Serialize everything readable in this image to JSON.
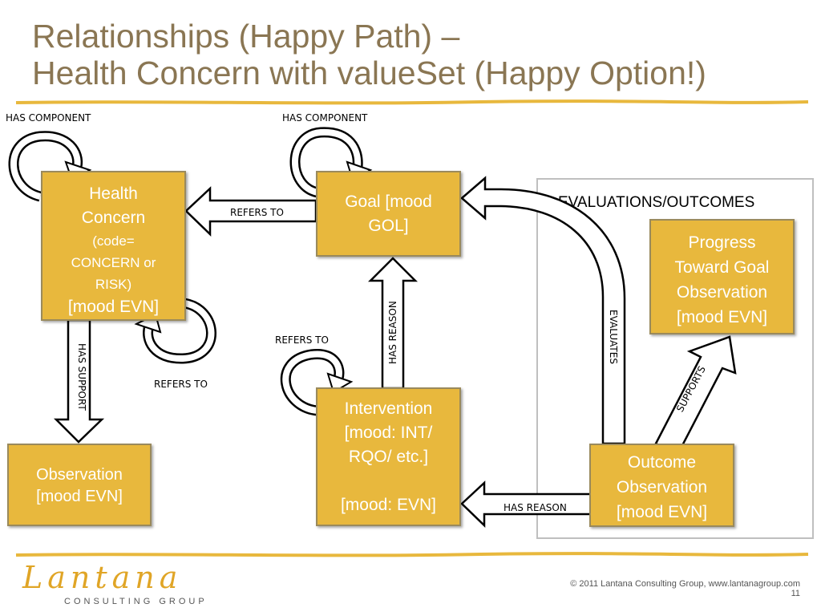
{
  "title": {
    "line1": "Relationships (Happy Path) –",
    "line2": "Health Concern with valueSet (Happy Option!)"
  },
  "colors": {
    "box_fill": "#e8b83d",
    "title": "#8a7653",
    "rule": "#e8b83d",
    "logo": "#e0a526"
  },
  "boxes": {
    "health_concern": {
      "l1": "Health",
      "l2": "Concern",
      "l3": "(code=",
      "l4": "CONCERN or",
      "l5": "RISK)",
      "l6": "[mood EVN]"
    },
    "goal": {
      "l1": "Goal [mood",
      "l2": "GOL]"
    },
    "intervention": {
      "l1": "Intervention",
      "l2": "[mood: INT/",
      "l3": "RQO/ etc.]",
      "l4": "[mood: EVN]"
    },
    "observation": {
      "l1": "Observation",
      "l2": "[mood EVN]"
    },
    "progress": {
      "l1": "Progress",
      "l2": "Toward Goal",
      "l3": "Observation",
      "l4": "[mood EVN]"
    },
    "outcome": {
      "l1": "Outcome",
      "l2": "Observation",
      "l3": "[mood EVN]"
    }
  },
  "labels": {
    "has_component_left": "HAS COMPONENT",
    "has_component_right": "HAS COMPONENT",
    "refers_to_goal": "REFERS TO",
    "refers_to_hc": "REFERS TO",
    "refers_to_intervention": "REFERS TO",
    "has_support": "HAS SUPPORT",
    "has_reason_vertical": "HAS REASON",
    "has_reason_horizontal": "HAS REASON",
    "evaluates": "EVALUATES",
    "supports": "SUPPORTS",
    "evaluations_outcomes": "EVALUATIONS/OUTCOMES"
  },
  "footer": {
    "copyright": "© 2011 Lantana Consulting Group, www.lantanagroup.com",
    "page": "11"
  },
  "logo": {
    "word": "Lantana",
    "sub": "CONSULTING GROUP"
  }
}
